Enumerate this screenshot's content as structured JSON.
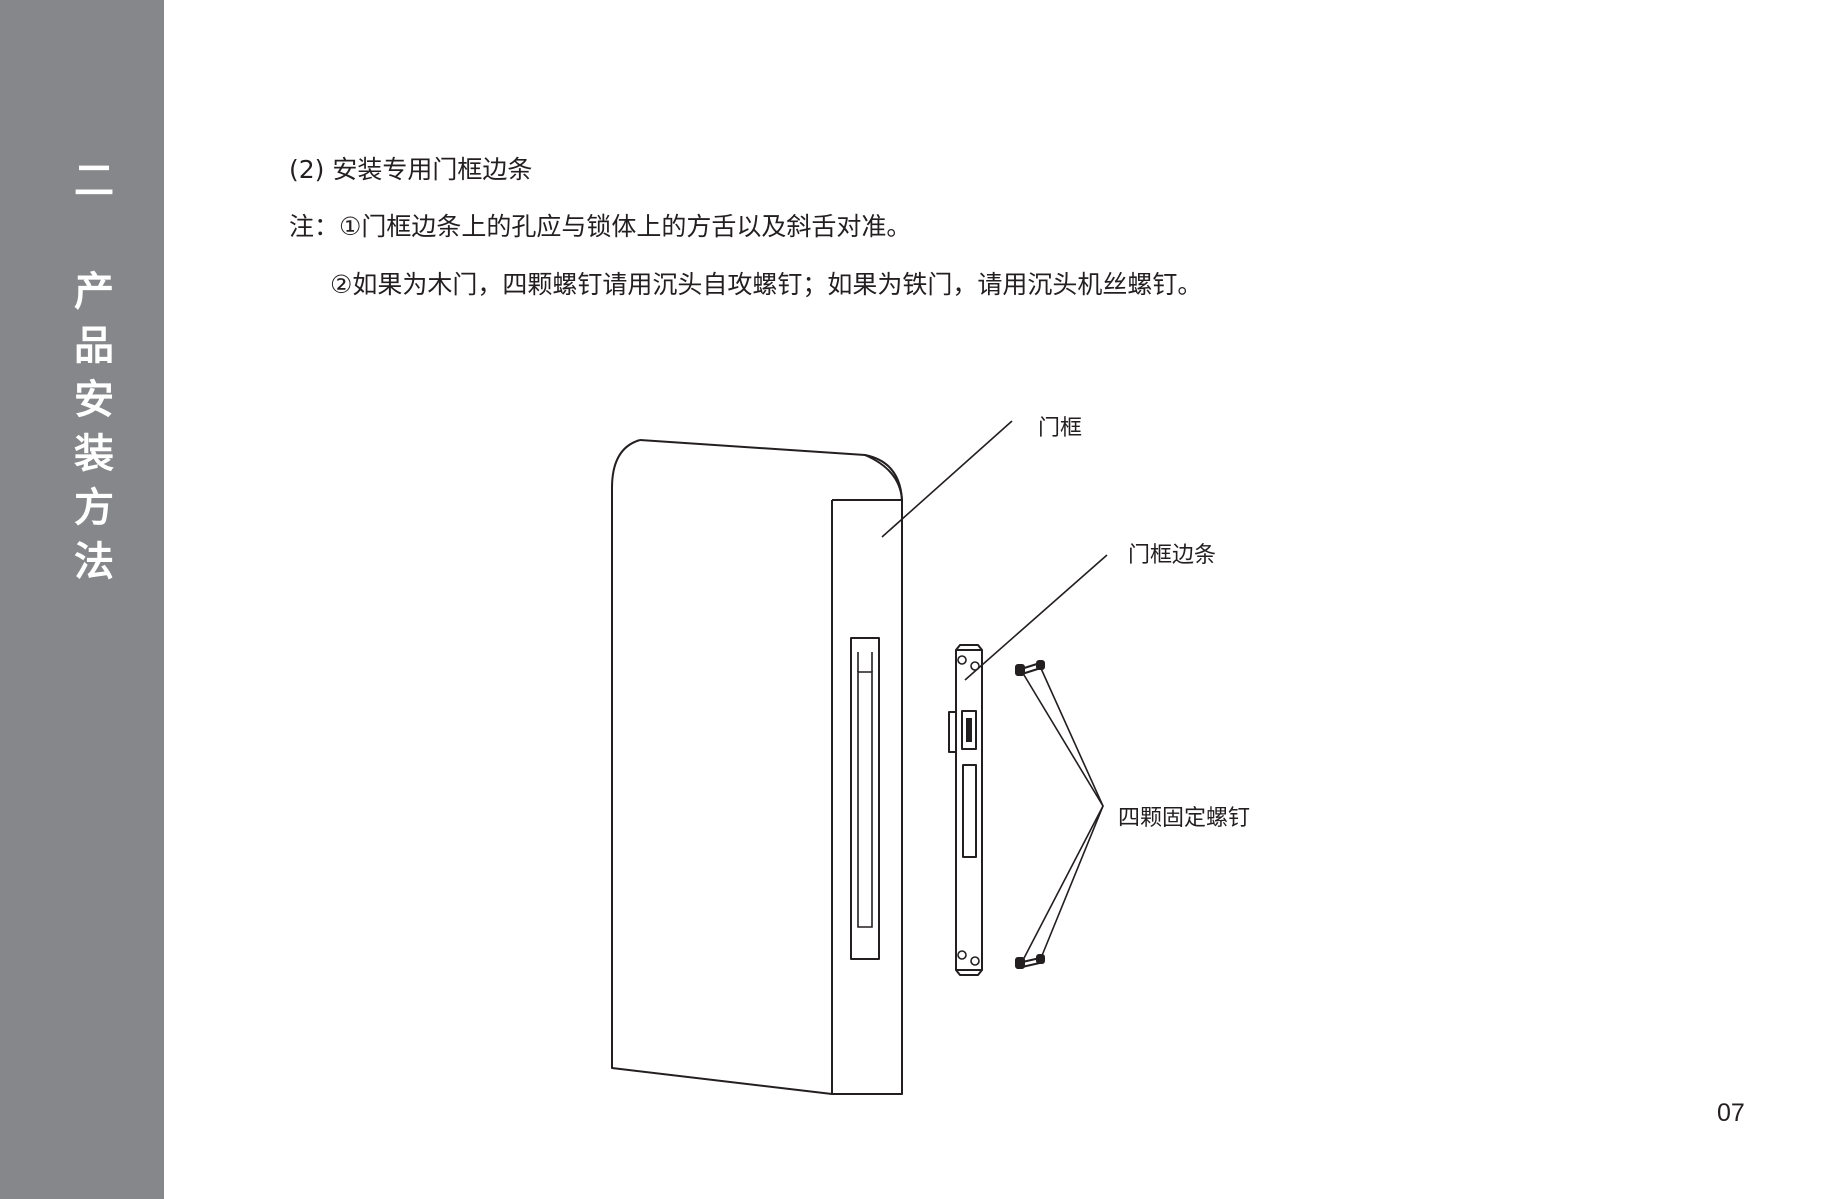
{
  "sidebar": {
    "section_number": "二",
    "section_title_chars": [
      "产",
      "品",
      "安",
      "装",
      "方",
      "法"
    ]
  },
  "content": {
    "heading": "(2) 安装专用门框边条",
    "note_1": "注：①门框边条上的孔应与锁体上的方舌以及斜舌对准。",
    "note_2": "②如果为木门，四颗螺钉请用沉头自攻螺钉；如果为铁门，请用沉头机丝螺钉。"
  },
  "diagram": {
    "labels": {
      "door_frame": "门框",
      "frame_strip": "门框边条",
      "screws": "四颗固定螺钉"
    }
  },
  "footer": {
    "page_number": "07"
  },
  "colors": {
    "sidebar_bg": "#86878a",
    "text": "#231f20",
    "sidebar_text": "#ffffff"
  }
}
